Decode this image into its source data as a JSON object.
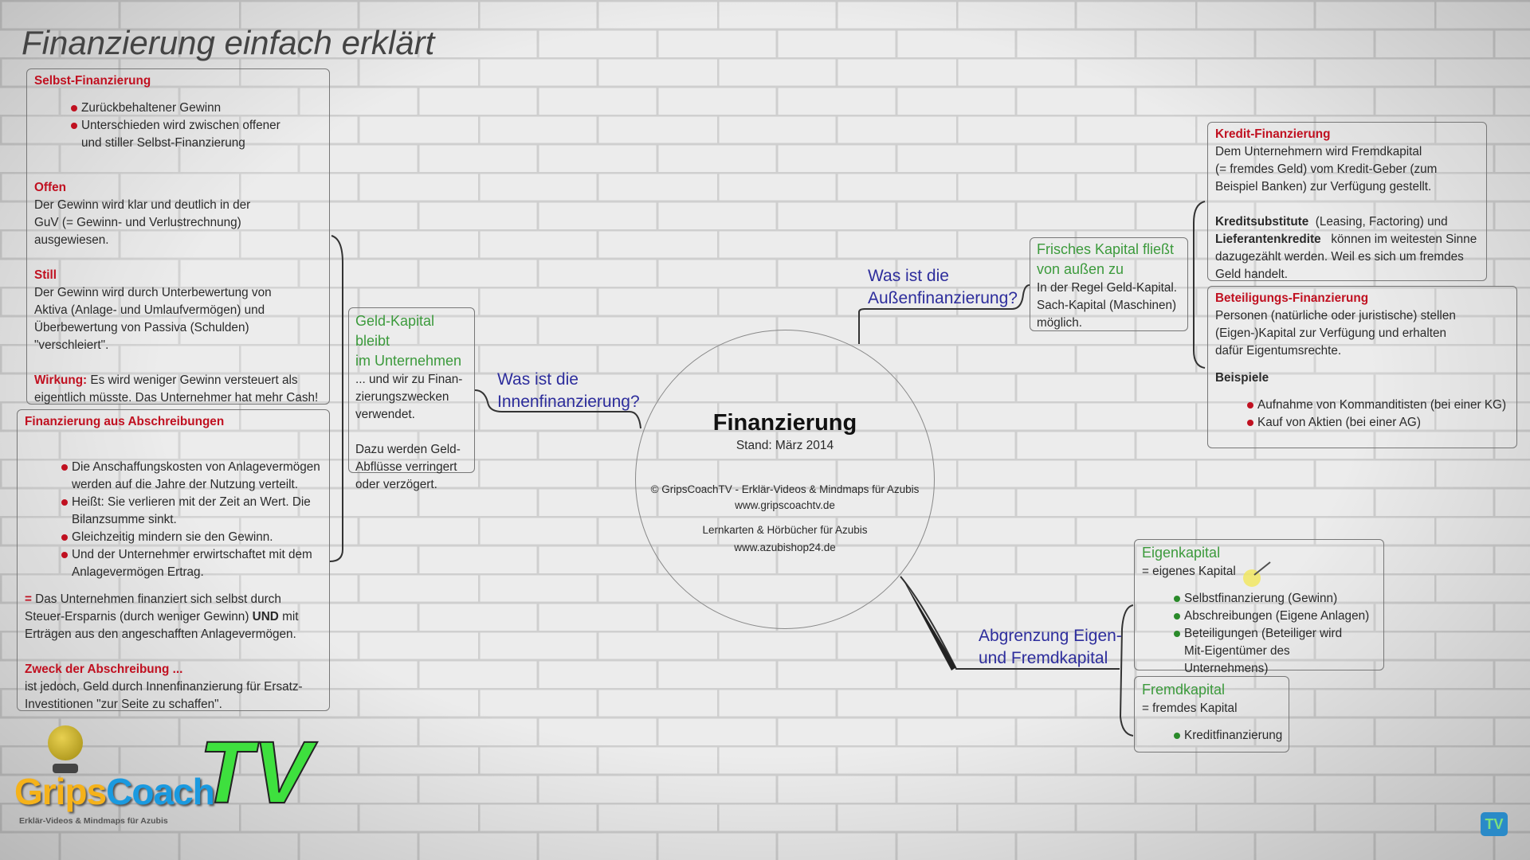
{
  "title": "Finanzierung einfach erklärt",
  "center": {
    "heading": "Finanzierung",
    "date": "Stand: März 2014",
    "copyright": "© GripsCoachTV - Erklär-Videos & Mindmaps für Azubis",
    "url1": "www.gripscoachtv.de",
    "promo": "Lernkarten & Hörbücher für Azubis",
    "url2": "www.azubishop24.de"
  },
  "selbst": {
    "heading": "Selbst-Finanzierung",
    "bullets": [
      [
        "Zurückbehaltener Gewinn"
      ],
      [
        "Unterschieden wird zwischen offener",
        "und stiller Selbst-Finanzierung"
      ]
    ],
    "offen_heading": "Offen",
    "offen_lines": [
      "Der Gewinn wird klar und deutlich in der",
      "GuV (= Gewinn- und Verlustrechnung)",
      "ausgewiesen."
    ],
    "still_heading": "Still",
    "still_lines": [
      "Der Gewinn wird durch Unterbewertung von",
      "Aktiva (Anlage- und Umlaufvermögen) und",
      "Überbewertung von Passiva (Schulden)",
      "\"verschleiert\"."
    ],
    "wirkung_label": "Wirkung:",
    "wirkung_lines": [
      " Es wird weniger Gewinn versteuert als",
      "eigentlich müsste. Das Unternehmer hat mehr Cash!"
    ]
  },
  "abschreibung": {
    "heading": "Finanzierung aus Abschreibungen",
    "bullets": [
      [
        "Die Anschaffungskosten von Anlagevermögen",
        "werden auf die Jahre der Nutzung verteilt."
      ],
      [
        "Heißt: Sie verlieren mit der Zeit an Wert. Die",
        "Bilanzsumme sinkt."
      ],
      [
        "Gleichzeitig mindern sie den Gewinn."
      ],
      [
        "Und der Unternehmer erwirtschaftet mit dem",
        "Anlagevermögen Ertrag."
      ]
    ],
    "eq_sign": "=",
    "summary": [
      " Das Unternehmen finanziert sich selbst durch",
      "Steuer-Ersparnis (durch weniger Gewinn) ",
      "UND",
      " mit",
      "Erträgen aus den angeschafften Anlagevermögen."
    ],
    "zweck_heading": "Zweck der Abschreibung ...",
    "zweck_lines": [
      "ist jedoch, Geld durch Innenfinanzierung für Ersatz-",
      "Investitionen \"zur Seite zu schaffen\"."
    ]
  },
  "geld": {
    "heading": [
      "Geld-Kapital bleibt",
      "im Unternehmen"
    ],
    "lines": [
      "... und wir zu Finan-",
      "zierungszwecken",
      "verwendet."
    ],
    "lines2": [
      "Dazu werden Geld-",
      "Abflüsse verringert",
      "oder verzögert."
    ]
  },
  "innen_question": [
    "Was ist die",
    "Innenfinanzierung?"
  ],
  "aussen_question": [
    "Was ist die",
    "Außenfinanzierung?"
  ],
  "frisch": {
    "heading": [
      "Frisches Kapital fließt",
      "von außen zu"
    ],
    "lines": [
      "In der Regel Geld-Kapital.",
      "Sach-Kapital (Maschinen)",
      "möglich."
    ]
  },
  "kredit": {
    "heading": "Kredit-Finanzierung",
    "lines": [
      "Dem Unternehmern wird Fremdkapital",
      "(= fremdes Geld) vom Kredit-Geber (zum",
      "Beispiel Banken) zur Verfügung gestellt."
    ],
    "term1": "Kreditsubstitute",
    "text1": "  (Leasing, Factoring) und",
    "term2": "Lieferantenkredite",
    "text2": "   können im weitesten Sinne",
    "lines2": [
      "dazugezählt werden. Weil es sich um fremdes",
      "Geld handelt."
    ]
  },
  "beteiligung": {
    "heading": "Beteiligungs-Finanzierung",
    "lines": [
      "Personen (natürliche oder juristische) stellen",
      "(Eigen-)Kapital zur Verfügung und erhalten",
      "dafür Eigentumsrechte."
    ],
    "examples_heading": "Beispiele",
    "examples": [
      "Aufnahme von Kommanditisten (bei einer KG)",
      "Kauf von Aktien (bei einer AG)"
    ]
  },
  "abgrenzung_question": [
    "Abgrenzung Eigen-",
    "und Fremdkapital"
  ],
  "eigen": {
    "heading": "Eigenkapital",
    "sub": "= eigenes Kapital",
    "bullets": [
      [
        "Selbstfinanzierung (Gewinn)"
      ],
      [
        "Abschreibungen (Eigene Anlagen)"
      ],
      [
        "Beteiligungen (Beteiliger wird",
        "Mit-Eigentümer des Unternehmens)"
      ]
    ]
  },
  "fremd": {
    "heading": "Fremdkapital",
    "sub": "= fremdes Kapital",
    "bullets": [
      "Kreditfinanzierung"
    ]
  },
  "logo": {
    "grips": "Grips",
    "coach": "Coach",
    "tv": "TV",
    "tagline": "Erklär-Videos & Mindmaps für Azubis"
  },
  "corner_badge": "TV",
  "colors": {
    "red": "#c01020",
    "green": "#3c9a3c",
    "blue": "#2d2d9c"
  }
}
